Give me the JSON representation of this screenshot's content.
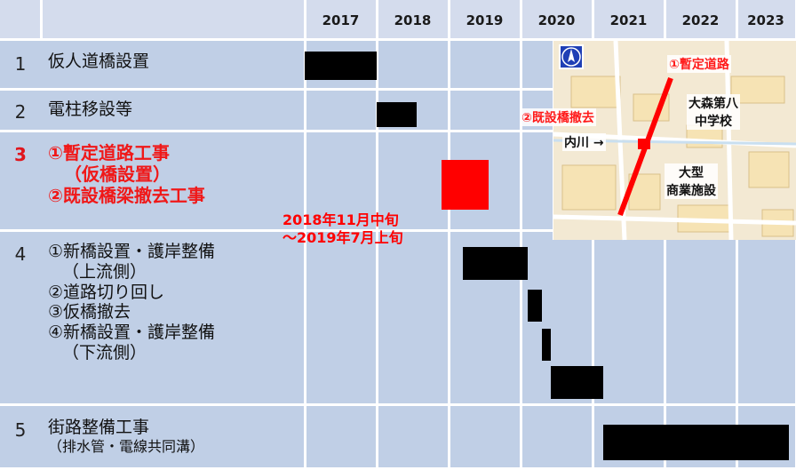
{
  "chart_data": {
    "type": "gantt",
    "years": [
      "2017",
      "2018",
      "2019",
      "2020",
      "2021",
      "2022",
      "2023"
    ],
    "tasks": [
      {
        "num": "1",
        "lines": [
          "仮人道橋設置"
        ],
        "highlight": false
      },
      {
        "num": "2",
        "lines": [
          "電柱移設等"
        ],
        "highlight": false
      },
      {
        "num": "3",
        "lines": [
          "①暫定道路工事",
          "（仮橋設置）",
          "②既設橋梁撤去工事"
        ],
        "highlight": true
      },
      {
        "num": "4",
        "lines": [
          "①新橋設置・護岸整備",
          "（上流側）",
          "②道路切り回し",
          "③仮橋撤去",
          "④新橋設置・護岸整備",
          "（下流側）"
        ],
        "highlight": false
      },
      {
        "num": "5",
        "lines": [
          "街路整備工事",
          "（排水管・電線共同溝）"
        ],
        "highlight": false
      }
    ],
    "bars": [
      {
        "task": "1",
        "start": 2017.0,
        "end": 2018.0,
        "color": "#000000"
      },
      {
        "task": "2",
        "start": 2018.0,
        "end": 2018.55,
        "color": "#000000"
      },
      {
        "task": "3",
        "start": 2018.9,
        "end": 2019.55,
        "color": "#ff0000"
      },
      {
        "task": "4",
        "label": "①",
        "start": 2019.2,
        "end": 2020.1,
        "color": "#000000"
      },
      {
        "task": "4",
        "label": "②",
        "start": 2020.1,
        "end": 2020.3,
        "color": "#000000"
      },
      {
        "task": "4",
        "label": "③",
        "start": 2020.3,
        "end": 2020.42,
        "color": "#000000"
      },
      {
        "task": "4",
        "label": "④",
        "start": 2020.42,
        "end": 2021.15,
        "color": "#000000"
      },
      {
        "task": "5",
        "start": 2021.15,
        "end": 2023.9,
        "color": "#000000"
      }
    ],
    "annotation": [
      "2018年11月中旬",
      "～2019年7月上旬"
    ]
  },
  "map": {
    "labels": {
      "road": "①暫定道路",
      "removal": "②既設橋撤去",
      "river": "内川 →",
      "school": [
        "大森第八",
        "中学校"
      ],
      "mall": [
        "大型",
        "商業施設"
      ]
    },
    "north_icon": "north-arrow-icon"
  },
  "colors": {
    "header": "#d4dced",
    "body": "#c0cfe6",
    "bar": "#000000",
    "highlight": "#ff0000"
  }
}
